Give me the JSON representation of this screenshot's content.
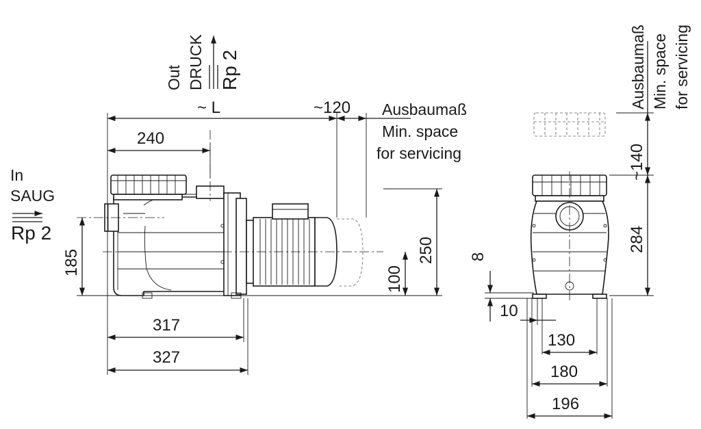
{
  "side_view": {
    "inlet": {
      "in": "In",
      "saug": "SAUG",
      "thread": "Rp 2"
    },
    "outlet": {
      "out": "Out",
      "druck": "DRUCK",
      "thread": "Rp 2"
    },
    "length_label": "~ L",
    "clearance": "~120",
    "service_de": "Ausbaumaß",
    "service_en_1": "Min. space",
    "service_en_2": "for servicing",
    "dims": {
      "d240": "240",
      "d185": "185",
      "d100": "100",
      "d250": "250",
      "d317": "317",
      "d327": "327"
    }
  },
  "front_view": {
    "service_de": "Ausbaumaß",
    "service_en_1": "Min. space",
    "service_en_2": "for servicing",
    "dims": {
      "d140": "~140",
      "d284": "284",
      "d8": "8",
      "d10": "10",
      "d130": "130",
      "d180": "180",
      "d196": "196"
    }
  }
}
